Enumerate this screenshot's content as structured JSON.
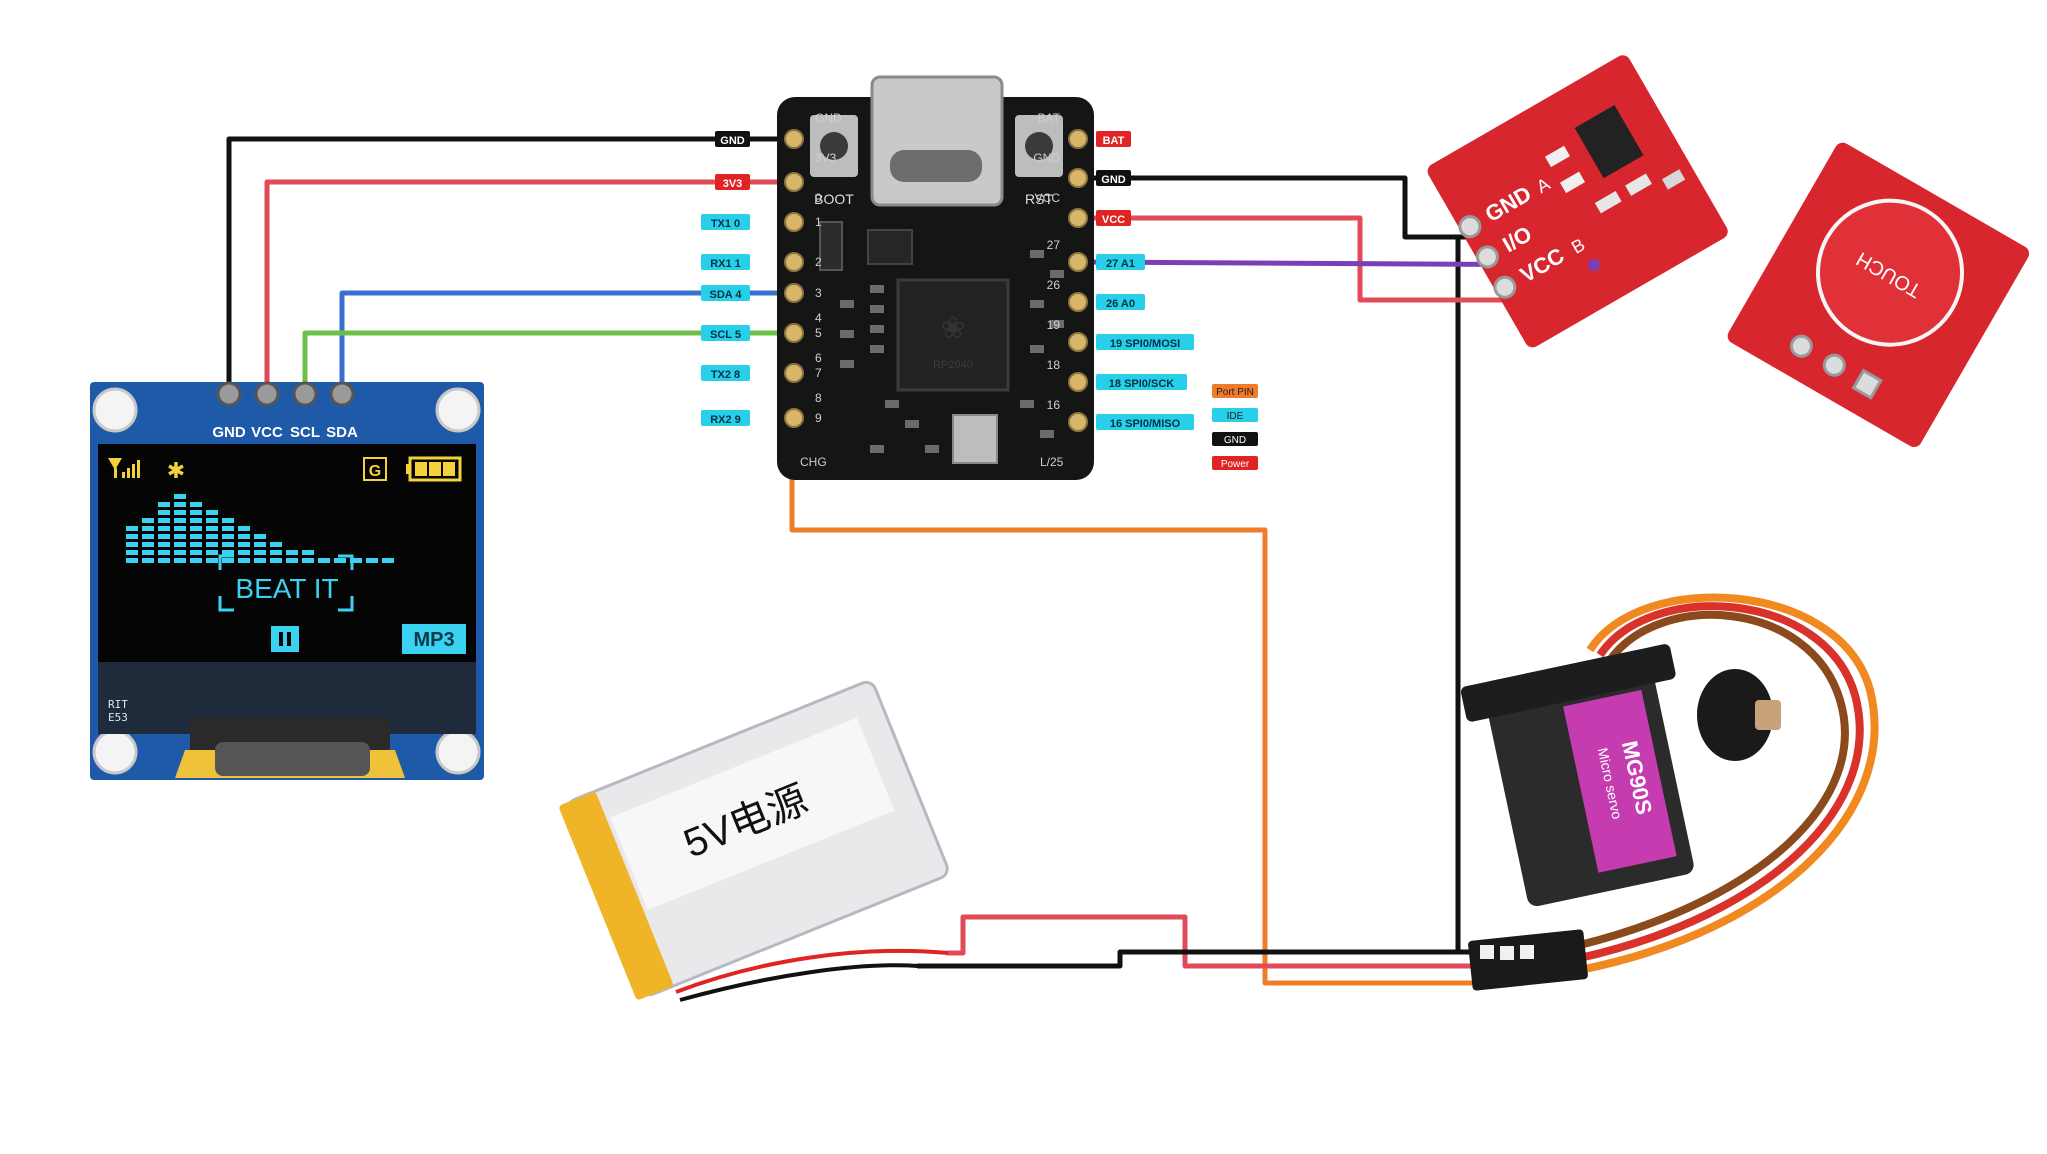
{
  "oled": {
    "pins": [
      "GND",
      "VCC",
      "SCL",
      "SDA"
    ],
    "screen_text": "BEAT IT",
    "mode_text": "MP3",
    "silk_text": "RIT\nE53",
    "colors": {
      "board": "#1e5aa8",
      "text": "#3ad2f0",
      "icons": "#f3d23a"
    }
  },
  "mcu": {
    "left_header_labels": [
      "GND",
      "3V3",
      "0",
      "1",
      "2",
      "3",
      "4",
      "5",
      "6",
      "7",
      "8",
      "9"
    ],
    "right_header_labels": [
      "BAT",
      "GND",
      "VCC",
      "27",
      "26",
      "19",
      "18",
      "16"
    ],
    "left_tags": [
      "GND",
      "3V3",
      "TX1 0",
      "RX1 1",
      "SDA 4",
      "SCL 5",
      "TX2 8",
      "RX2 9"
    ],
    "right_tags": [
      "BAT",
      "GND",
      "VCC",
      "27 A1",
      "26 A0",
      "19 SPI0/MOSI",
      "18 SPI0/SCK",
      "16 SPI0/MISO"
    ],
    "button_labels": {
      "boot": "BOOT",
      "rst": "RST"
    },
    "chip_label": "RP2040",
    "bottom_labels": {
      "chg": "CHG",
      "l25": "L/25"
    }
  },
  "legend": {
    "items": [
      {
        "label": "Port PIN",
        "color": "#f07c2a"
      },
      {
        "label": "IDE",
        "color": "#27cfe8"
      },
      {
        "label": "GND",
        "color": "#111111"
      },
      {
        "label": "Power",
        "color": "#e02424"
      }
    ]
  },
  "touch": {
    "pin_labels": [
      "GND",
      "I/O",
      "VCC"
    ],
    "side_labels": [
      "A",
      "B"
    ],
    "pad_label": "TOUCH",
    "colors": {
      "board": "#d8262e"
    }
  },
  "battery": {
    "label": "5V电源",
    "colors": {
      "body": "#e9e9ec",
      "wrap": "#f0b429"
    }
  },
  "servo": {
    "model": "MG90S",
    "subtitle": "Micro servo",
    "colors": {
      "body": "#2b2b2b",
      "sticker": "#c43cb0"
    }
  },
  "wire_colors": {
    "gnd": "#111111",
    "vcc": "#e24a59",
    "scl": "#6cc04a",
    "sda": "#3a6fd0",
    "io": "#7b3fb5",
    "signal": "#f07c2a"
  }
}
